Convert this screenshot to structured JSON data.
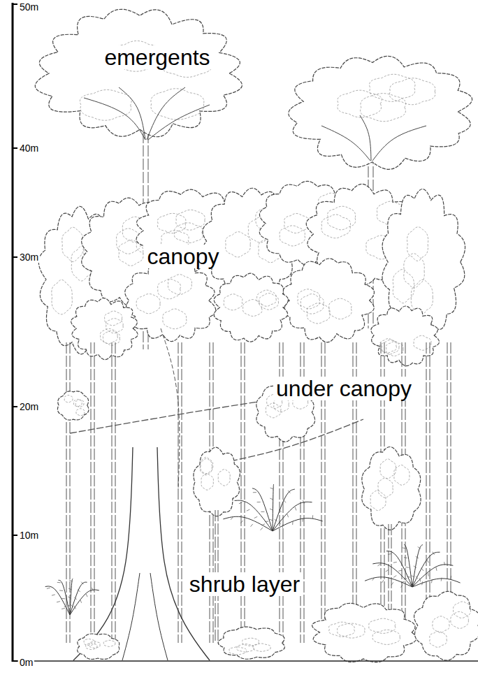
{
  "diagram": {
    "labels": [
      "50m",
      "emergents",
      "40m",
      "canopy",
      "30m",
      "under canopy",
      "20m",
      "10m",
      "shrub layer",
      "0m"
    ]
  }
}
